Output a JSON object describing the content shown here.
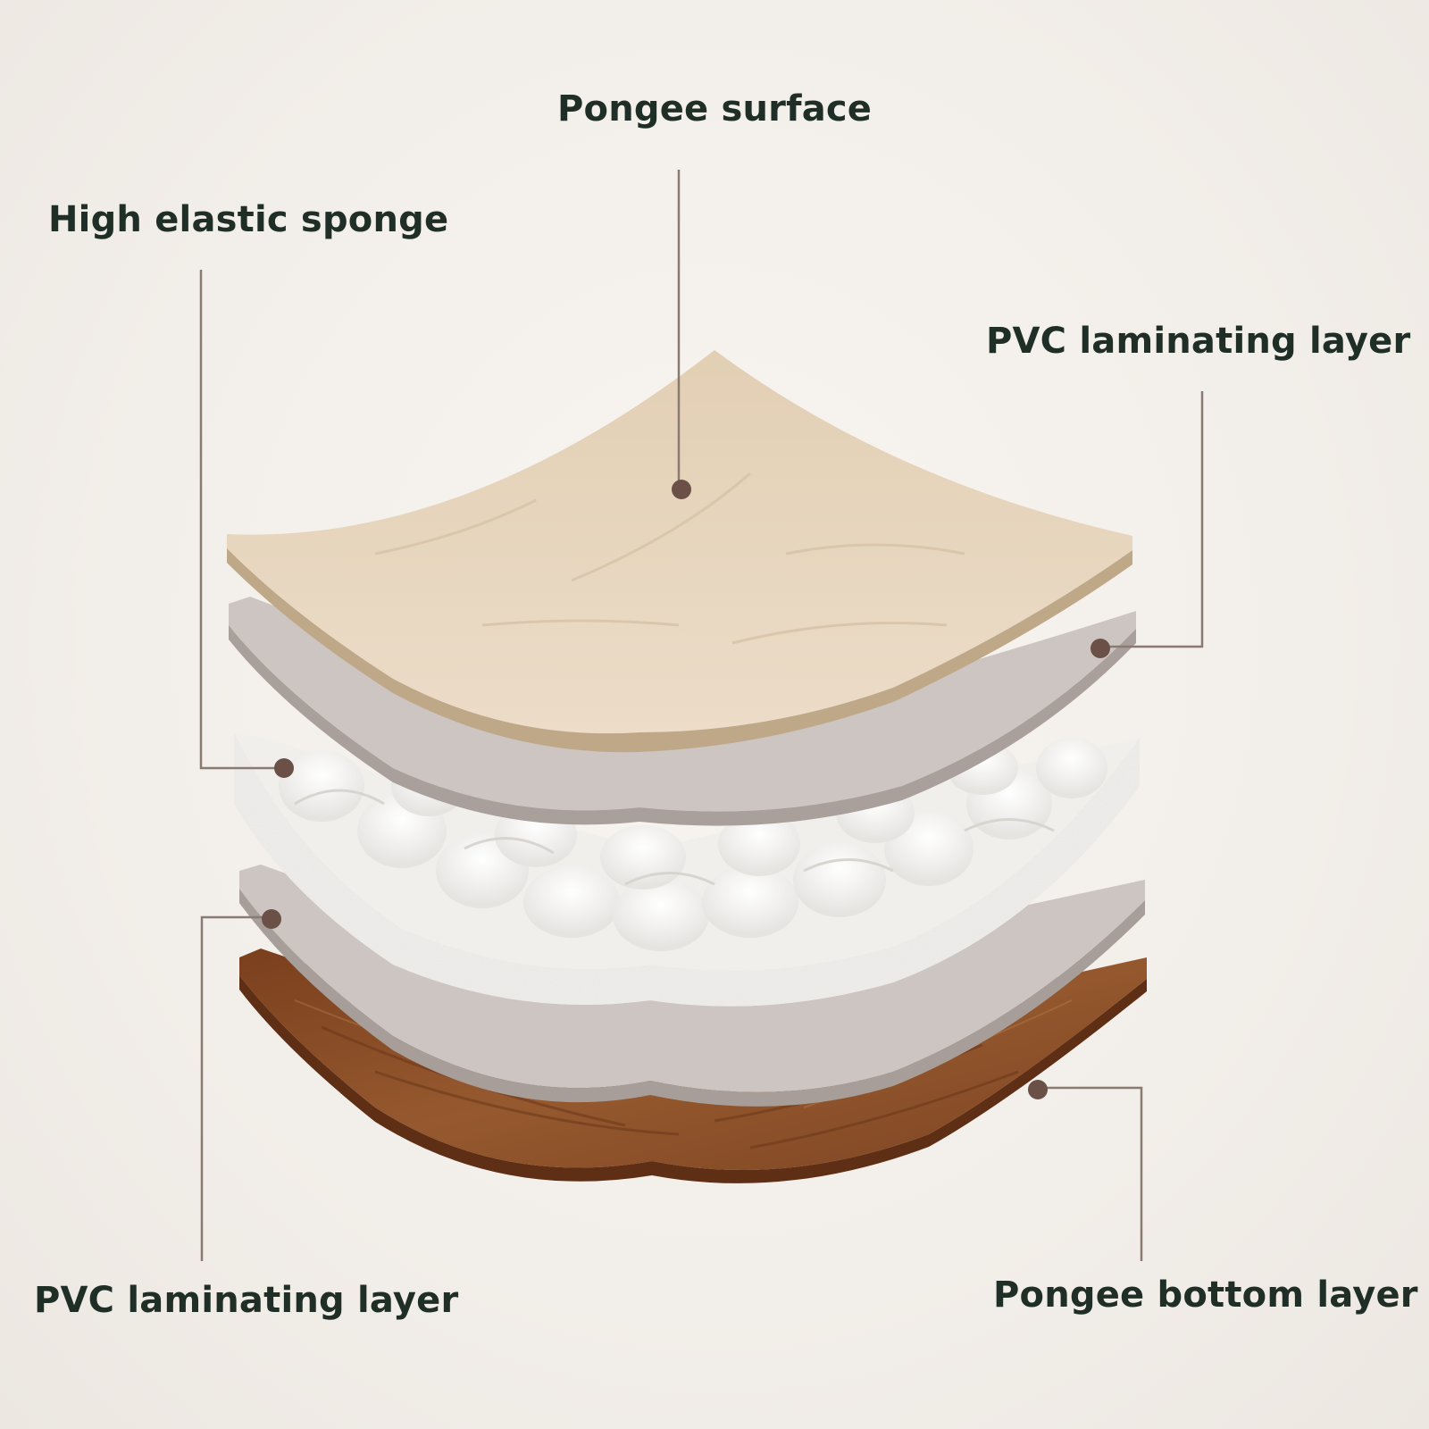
{
  "labels": {
    "pongee_surface": "Pongee surface",
    "high_elastic_sponge": "High elastic sponge",
    "pvc_laminating_layer_top": "PVC laminating layer",
    "pvc_laminating_layer_bottom": "PVC laminating layer",
    "pongee_bottom_layer": "Pongee bottom layer"
  },
  "colors": {
    "pongee_surface": "#e7d6bf",
    "pvc_layer": "#cfc7c4",
    "sponge": "#f7f6f4",
    "pongee_bottom": "#8a4f2a",
    "leader_line": "#8a7a72",
    "marker_dot": "#6b5048",
    "label_text": "#1f2e26"
  }
}
